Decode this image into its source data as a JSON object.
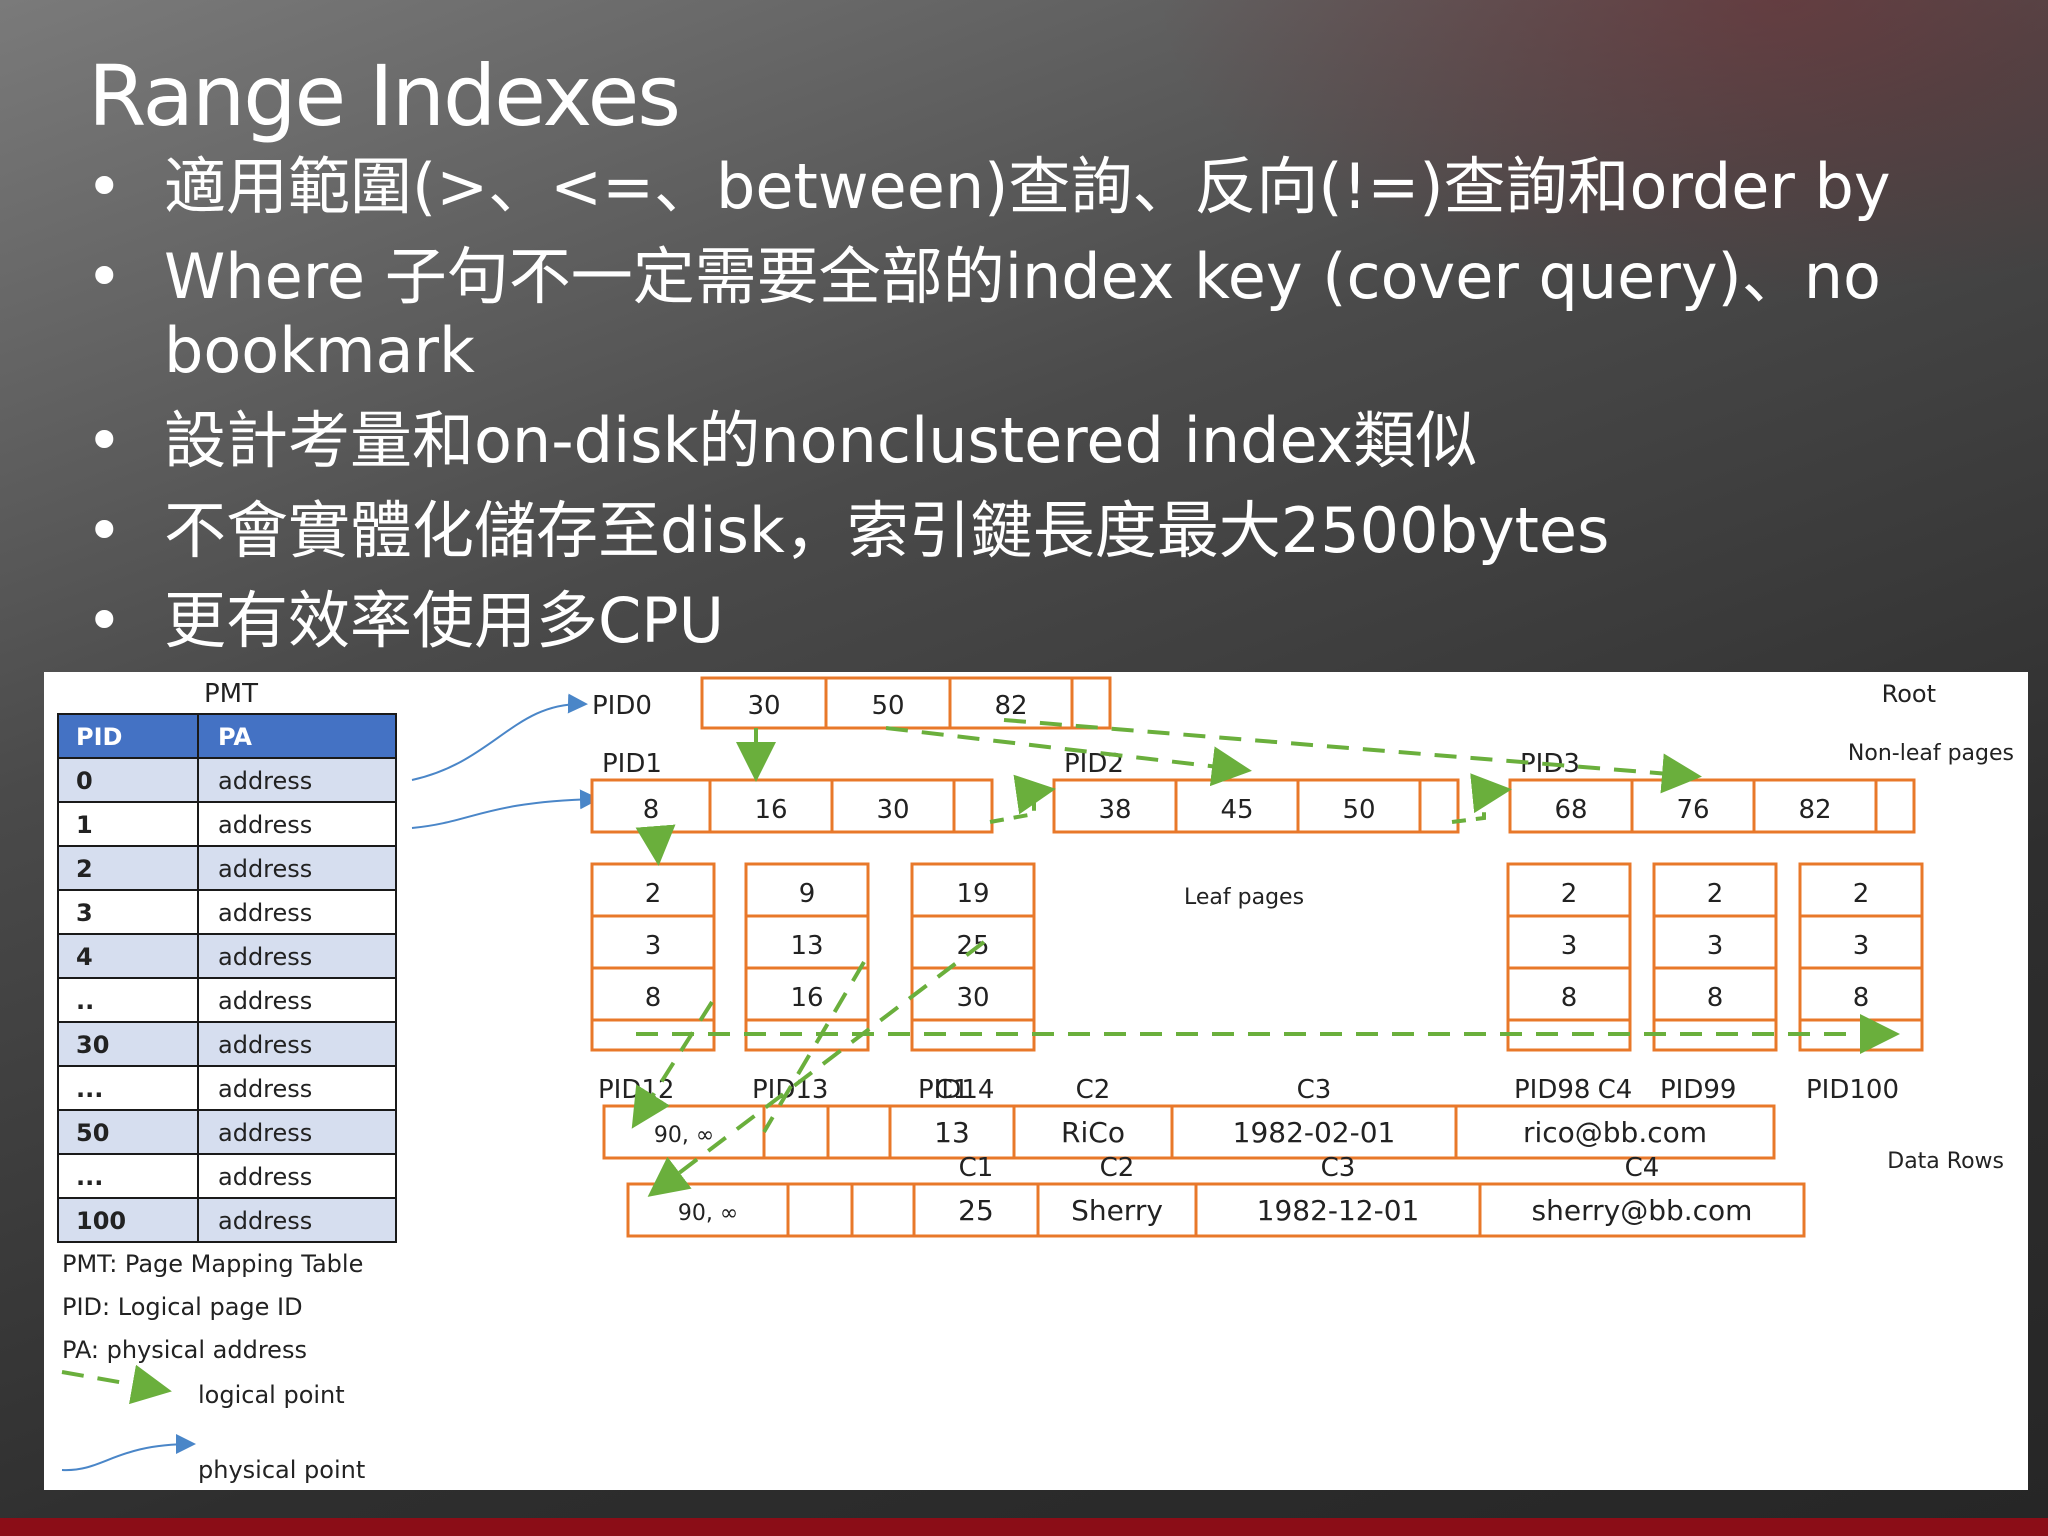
{
  "slide": {
    "title": "Range Indexes",
    "bullets": [
      "適用範圍(>、<=、between)查詢、反向(!=)查詢和order by",
      "Where 子句不一定需要全部的index key (cover query)、no bookmark",
      "設計考量和on-disk的nonclustered index類似",
      "不會實體化儲存至disk，索引鍵長度最大2500bytes",
      "更有效率使用多CPU"
    ]
  },
  "colors": {
    "orange": "#e8782a",
    "green": "#6aaf3c",
    "blue": "#4a86c8",
    "pmt_header": "#4472c4",
    "pmt_row_alt": "#d6deef",
    "accent_red": "#8b0d17"
  },
  "diagram": {
    "pmt_title": "PMT",
    "pmt_headers": [
      "PID",
      "PA"
    ],
    "pmt_rows": [
      {
        "pid": "0",
        "pa": "address"
      },
      {
        "pid": "1",
        "pa": "address"
      },
      {
        "pid": "2",
        "pa": "address"
      },
      {
        "pid": "3",
        "pa": "address"
      },
      {
        "pid": "4",
        "pa": "address"
      },
      {
        "pid": "..",
        "pa": "address"
      },
      {
        "pid": "30",
        "pa": "address"
      },
      {
        "pid": "...",
        "pa": "address"
      },
      {
        "pid": "50",
        "pa": "address"
      },
      {
        "pid": "...",
        "pa": "address"
      },
      {
        "pid": "100",
        "pa": "address"
      }
    ],
    "legend": [
      "PMT: Page Mapping Table",
      "PID: Logical page ID",
      "PA: physical address"
    ],
    "legend_logical": "logical point",
    "legend_physical": "physical point",
    "labels": {
      "root": "Root",
      "nonleaf": "Non-leaf pages",
      "leaf": "Leaf pages",
      "datarows": "Data Rows"
    },
    "root_page": {
      "label": "PID0",
      "keys": [
        "30",
        "50",
        "82",
        ""
      ]
    },
    "nonleaf_pages": [
      {
        "label": "PID1",
        "keys": [
          "8",
          "16",
          "30",
          ""
        ]
      },
      {
        "label": "PID2",
        "keys": [
          "38",
          "45",
          "50",
          ""
        ]
      },
      {
        "label": "PID3",
        "keys": [
          "68",
          "76",
          "82",
          ""
        ]
      }
    ],
    "leaf_pages": [
      {
        "label": "PID12",
        "keys": [
          "2",
          "3",
          "8"
        ]
      },
      {
        "label": "PID13",
        "keys": [
          "9",
          "13",
          "16"
        ]
      },
      {
        "label": "PID14",
        "keys": [
          "19",
          "25",
          "30"
        ]
      },
      {
        "label": "PID98",
        "keys": [
          "2",
          "3",
          "8"
        ]
      },
      {
        "label": "PID99",
        "keys": [
          "2",
          "3",
          "8"
        ]
      },
      {
        "label": "PID100",
        "keys": [
          "2",
          "3",
          "8"
        ]
      }
    ],
    "data_rows": [
      {
        "headers": [
          "C1",
          "C2",
          "C3",
          "C4"
        ],
        "cells": [
          "90, ∞",
          "",
          "",
          "13",
          "RiCo",
          "1982-02-01",
          "rico@bb.com"
        ]
      },
      {
        "headers": [
          "C1",
          "C2",
          "C3",
          "C4"
        ],
        "cells": [
          "90, ∞",
          "",
          "",
          "25",
          "Sherry",
          "1982-12-01",
          "sherry@bb.com"
        ]
      }
    ]
  }
}
